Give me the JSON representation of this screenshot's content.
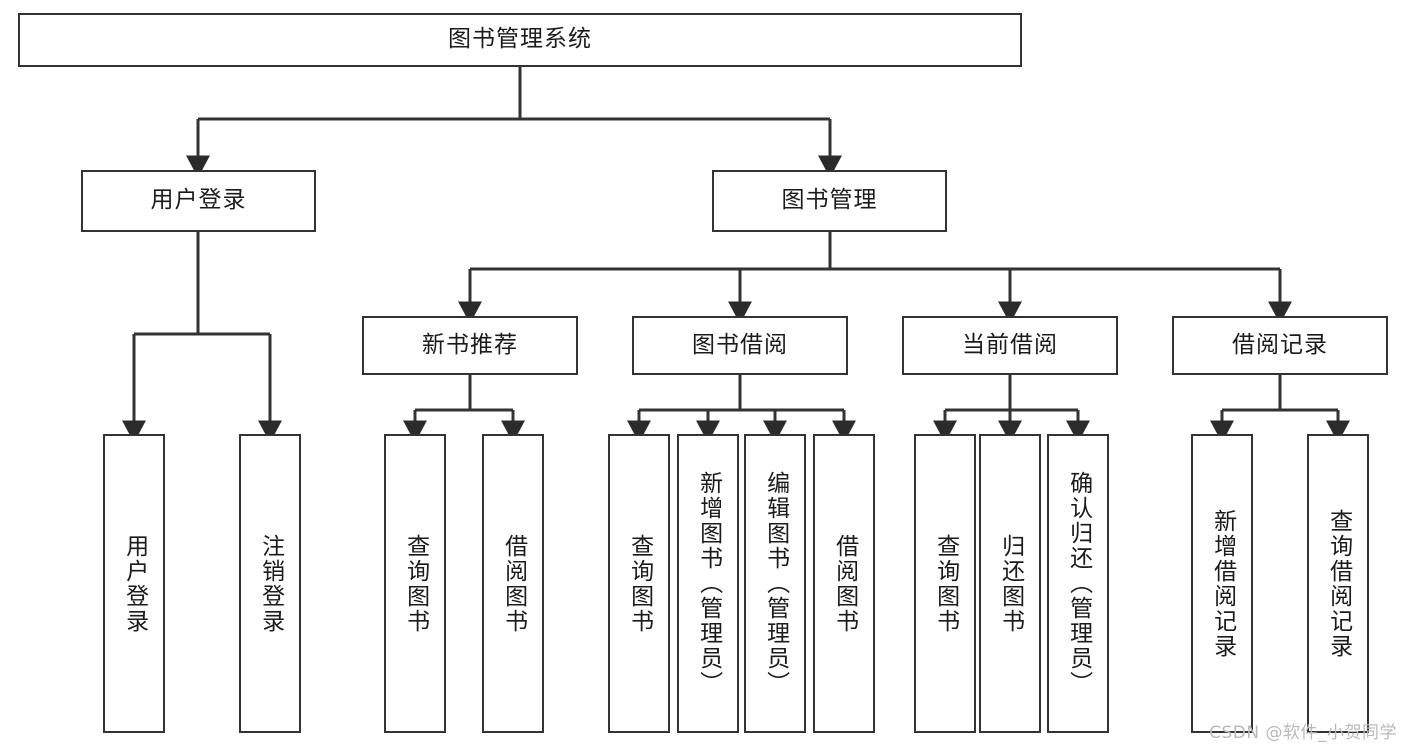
{
  "diagram": {
    "type": "tree",
    "title": "图书管理系统",
    "root": {
      "id": "root",
      "label": "图书管理系统"
    },
    "level2": [
      {
        "id": "user-login",
        "label": "用户登录"
      },
      {
        "id": "book-manage",
        "label": "图书管理"
      }
    ],
    "level3": [
      {
        "id": "new-book-rec",
        "label": "新书推荐"
      },
      {
        "id": "book-borrow",
        "label": "图书借阅"
      },
      {
        "id": "current-borrow",
        "label": "当前借阅"
      },
      {
        "id": "borrow-record",
        "label": "借阅记录"
      }
    ],
    "leaves": [
      {
        "id": "leaf-user-login",
        "label": "用户登录",
        "parent": "user-login"
      },
      {
        "id": "leaf-logout-login",
        "label": "注销登录",
        "parent": "user-login"
      },
      {
        "id": "leaf-query-book-1",
        "label": "查询图书",
        "parent": "new-book-rec"
      },
      {
        "id": "leaf-borrow-book-1",
        "label": "借阅图书",
        "parent": "new-book-rec"
      },
      {
        "id": "leaf-query-book-2",
        "label": "查询图书",
        "parent": "book-borrow"
      },
      {
        "id": "leaf-add-book",
        "label": "新增图书（管理员）",
        "parent": "book-borrow"
      },
      {
        "id": "leaf-edit-book",
        "label": "编辑图书（管理员）",
        "parent": "book-borrow"
      },
      {
        "id": "leaf-borrow-book-2",
        "label": "借阅图书",
        "parent": "book-borrow"
      },
      {
        "id": "leaf-query-book-3",
        "label": "查询图书",
        "parent": "current-borrow"
      },
      {
        "id": "leaf-return-book",
        "label": "归还图书",
        "parent": "current-borrow"
      },
      {
        "id": "leaf-confirm-return",
        "label": "确认归还（管理员）",
        "parent": "current-borrow"
      },
      {
        "id": "leaf-add-record",
        "label": "新增借阅记录",
        "parent": "borrow-record"
      },
      {
        "id": "leaf-query-record",
        "label": "查询借阅记录",
        "parent": "borrow-record"
      }
    ],
    "colors": {
      "stroke": "#333333",
      "fill": "#ffffff",
      "text": "#1b1b1b",
      "watermark": "#b9b9b9"
    }
  },
  "watermark": {
    "text": "CSDN @软件_小贺同学"
  }
}
